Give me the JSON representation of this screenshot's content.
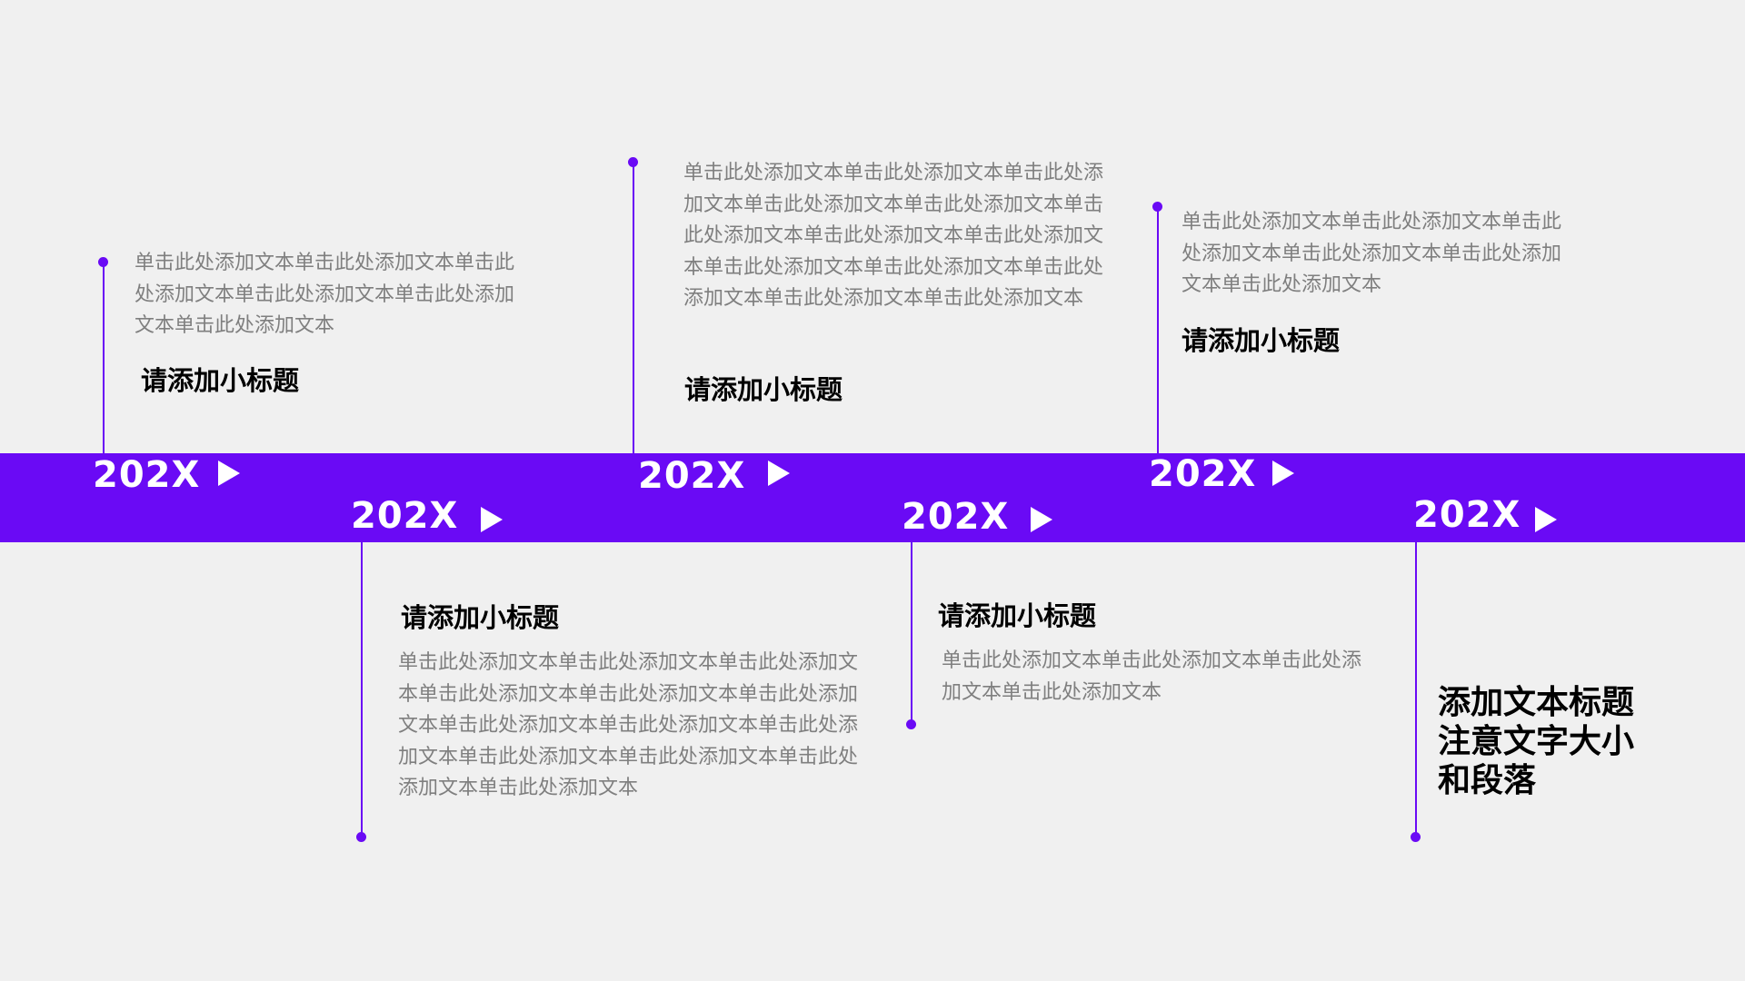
{
  "accent_color": "#6a0af5",
  "items": [
    {
      "year": "202X",
      "subtitle": "请添加小标题",
      "text": "单击此处添加文本单击此处添加文本单击此处添加文本单击此处添加文本单击此处添加文本单击此处添加文本"
    },
    {
      "year": "202X",
      "subtitle": "请添加小标题",
      "text": "单击此处添加文本单击此处添加文本单击此处添加文本单击此处添加文本单击此处添加文本单击此处添加文本单击此处添加文本单击此处添加文本单击此处添加文本单击此处添加文本单击此处添加文本单击此处添加文本单击此处添加文本"
    },
    {
      "year": "202X",
      "subtitle": "请添加小标题",
      "text": "单击此处添加文本单击此处添加文本单击此处添加文本单击此处添加文本单击此处添加文本单击此处添加文本单击此处添加文本单击此处添加文本单击此处添加文本单击此处添加文本单击此处添加文本单击此处添加文本单击此处添加文本"
    },
    {
      "year": "202X",
      "subtitle": "请添加小标题",
      "text": "单击此处添加文本单击此处添加文本单击此处添加文本单击此处添加文本"
    },
    {
      "year": "202X",
      "subtitle": "请添加小标题",
      "text": "单击此处添加文本单击此处添加文本单击此处添加文本单击此处添加文本单击此处添加文本单击此处添加文本"
    },
    {
      "year": "202X",
      "title": "添加文本标题注意文字大小和段落"
    }
  ]
}
